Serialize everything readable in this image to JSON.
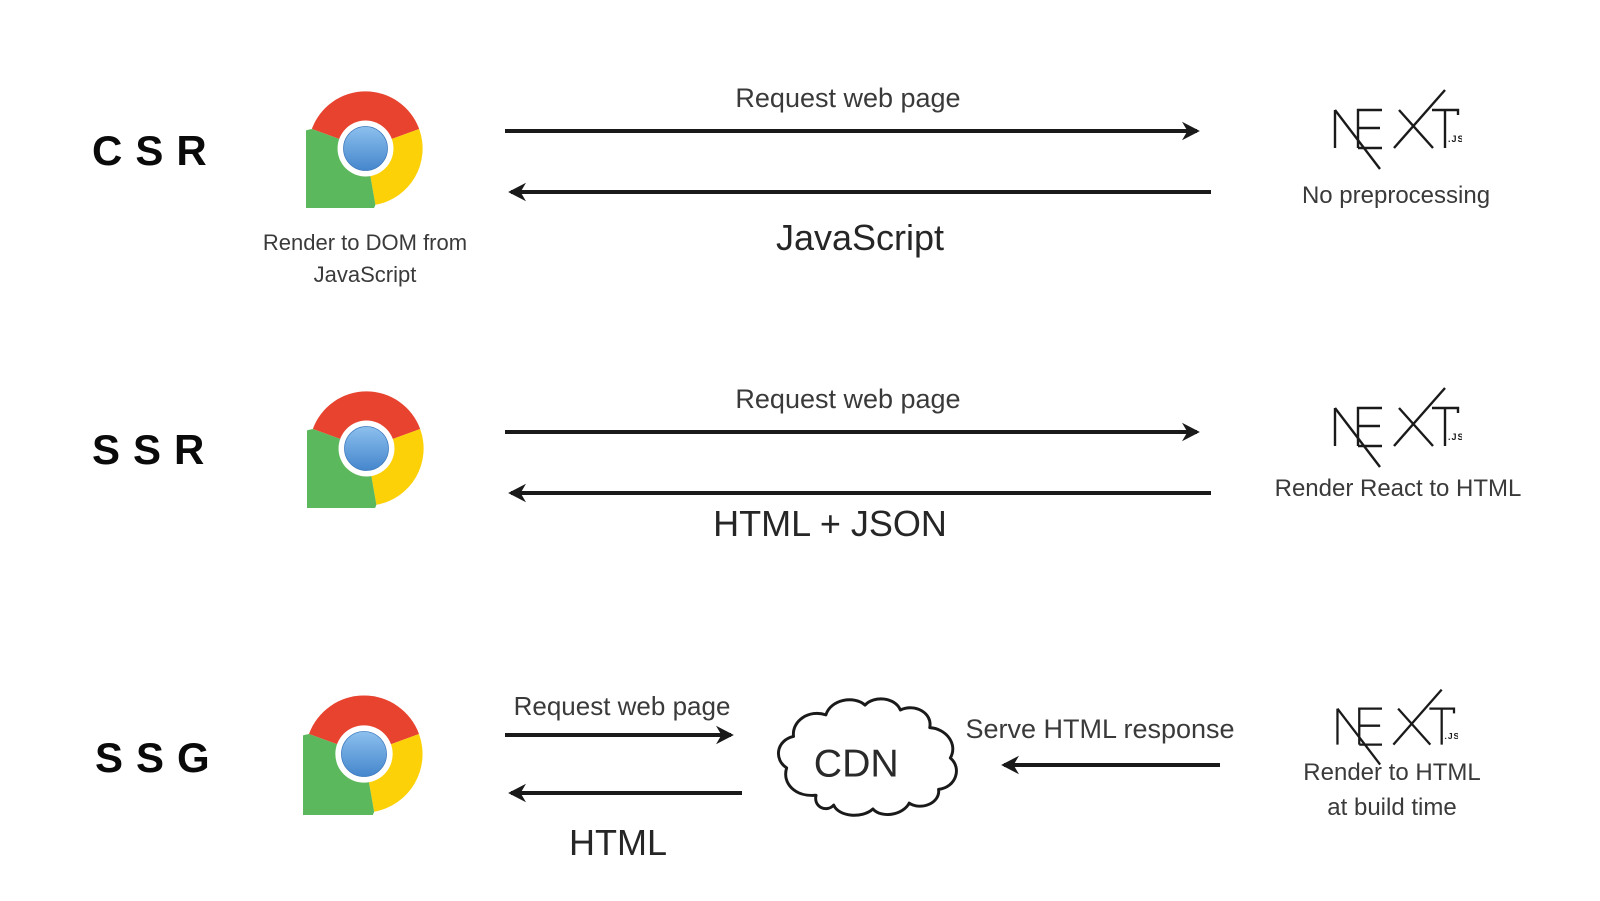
{
  "colors": {
    "background": "#ffffff",
    "ink": "#1a1a1a",
    "text_gray": "#3a3a3a",
    "chrome_red": "#e8432f",
    "chrome_yellow": "#fcd108",
    "chrome_green": "#5bb85c",
    "chrome_blue": "#4586cc",
    "chrome_blue_light": "#8cc0ee"
  },
  "nextjs_logo": {
    "wordmark": "NEXT",
    "suffix": ".JS"
  },
  "rows": [
    {
      "id": "csr",
      "label": "CSR",
      "browser_caption_line1": "Render to DOM from",
      "browser_caption_line2": "JavaScript",
      "request_label": "Request web page",
      "response_label": "JavaScript",
      "server_caption": "No preprocessing"
    },
    {
      "id": "ssr",
      "label": "SSR",
      "request_label": "Request web page",
      "response_label": "HTML + JSON",
      "server_caption": "Render React to HTML"
    },
    {
      "id": "ssg",
      "label": "SSG",
      "request_label": "Request web page",
      "response_label": "HTML",
      "cdn_label": "CDN",
      "serve_label": "Serve HTML response",
      "server_caption_line1": "Render to HTML",
      "server_caption_line2": "at build time"
    }
  ]
}
